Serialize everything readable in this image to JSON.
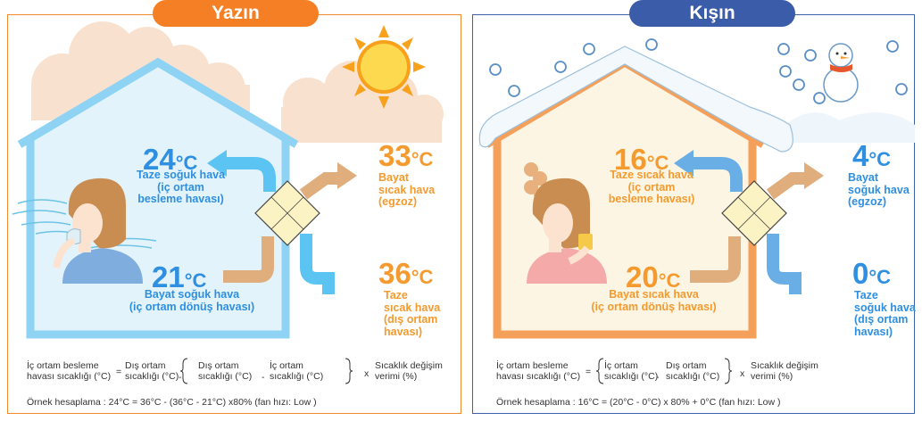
{
  "summer": {
    "tab_label": "Yazın",
    "fresh_cool": {
      "temp": "24",
      "unit": "°C",
      "label": "Taze soğuk hava\n(iç ortam\nbesleme havası)"
    },
    "exhaust_warm": {
      "temp": "33",
      "unit": "°C",
      "label": "Bayat\nsıcak hava\n(egzoz)"
    },
    "return_cool": {
      "temp": "21",
      "unit": "°C",
      "label": "Bayat soğuk hava\n(iç ortam dönüş havası)"
    },
    "outside_warm": {
      "temp": "36",
      "unit": "°C",
      "label": "Taze\nsıcak hava\n(dış ortam\nhavası)"
    },
    "formula": {
      "lhs": "İç ortam besleme\nhavası sıcaklığı (°C)",
      "eq": "=",
      "t1": "Dış ortam\nsıcaklığı (°C)",
      "minus1": "-",
      "t2": "Dış ortam\nsıcaklığı (°C)",
      "minus2": "-",
      "t3": "İç ortam\nsıcaklığı (°C)",
      "times": "x",
      "eff": "Sıcaklık değişim\nverimi (%)"
    },
    "example": "Örnek hesaplama : 24°C = 36°C - (36°C - 21°C) x80% (fan hızı: Low )"
  },
  "winter": {
    "tab_label": "Kışın",
    "fresh_warm": {
      "temp": "16",
      "unit": "°C",
      "label": "Taze sıcak hava\n(iç ortam\nbesleme havası)"
    },
    "exhaust_cold": {
      "temp": "4",
      "unit": "°C",
      "label": "Bayat\nsoğuk hava\n(egzoz)"
    },
    "return_warm": {
      "temp": "20",
      "unit": "°C",
      "label": "Bayat sıcak hava\n(iç ortam dönüş havası)"
    },
    "outside_cold": {
      "temp": "0",
      "unit": "°C",
      "label": "Taze\nsoğuk hava\n(dış ortam\nhavası)"
    },
    "formula": {
      "lhs": "İç ortam besleme\nhavası sıcaklığı (°C)",
      "eq": "=",
      "t1": "İç ortam\nsıcaklığı (°C)",
      "minus1": "-",
      "t2": "Dış ortam\nsıcaklığı (°C)",
      "times": "x",
      "eff": "Sıcaklık değişim\nverimi (%)"
    },
    "example": "Örnek hesaplama : 16°C = (20°C - 0°C) x 80% + 0°C (fan hızı: Low )"
  },
  "colors": {
    "summer_accent": "#f47f24",
    "winter_accent": "#3b5ca8",
    "cool_air": "#5cc4f2",
    "warm_air": "#e0ad7c",
    "summer_house": "#8fd3f4",
    "winter_house": "#f5a05a"
  }
}
